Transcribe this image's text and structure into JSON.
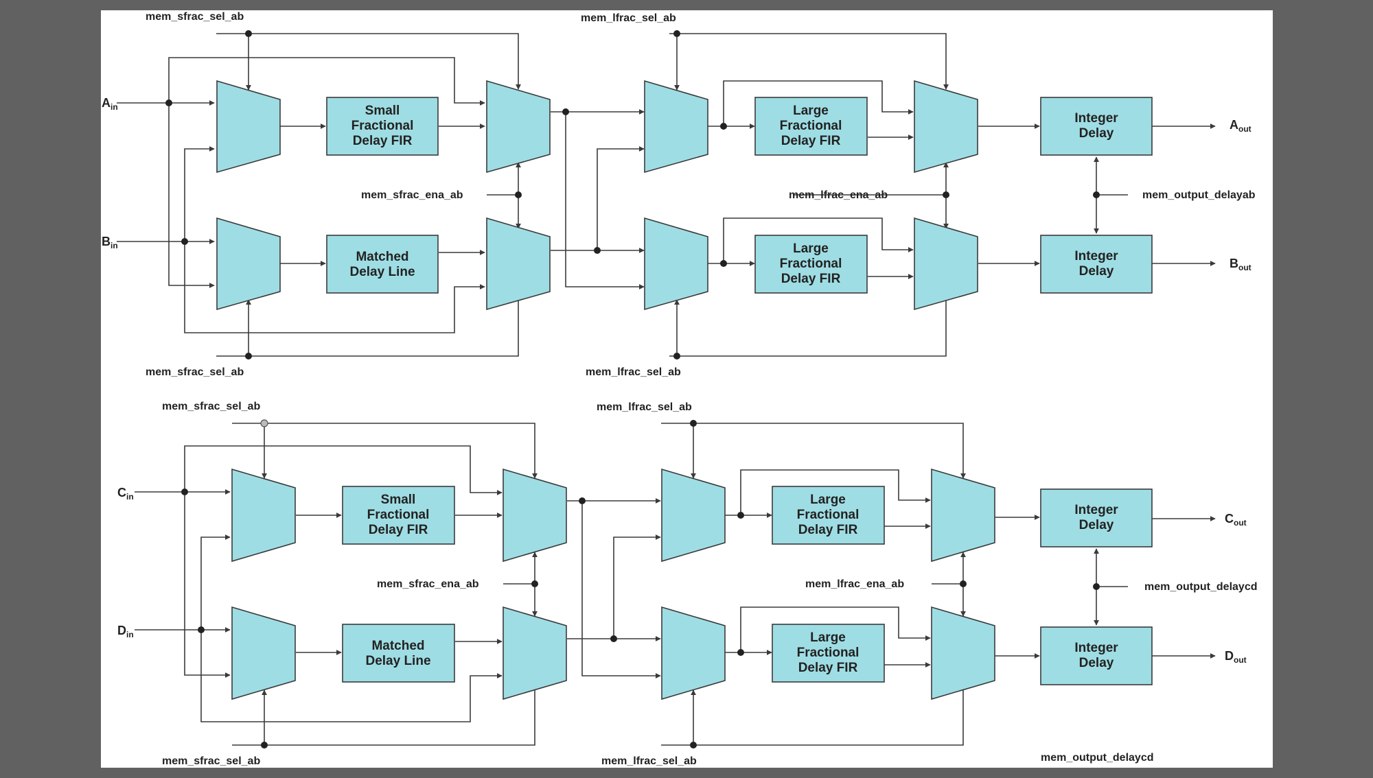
{
  "colors": {
    "background": "#616161",
    "canvas": "#ffffff",
    "block_fill": "#9fdde4",
    "line": "#3a3a3a"
  },
  "top": {
    "sel_sfrac_top": "mem_sfrac_sel_ab",
    "sel_lfrac_top": "mem_lfrac_sel_ab",
    "sel_sfrac_bottom": "mem_sfrac_sel_ab",
    "sel_lfrac_bottom": "mem_lfrac_sel_ab",
    "ena_sfrac": "mem_sfrac_ena_ab",
    "ena_lfrac": "mem_lfrac_ena_ab",
    "output_delay": "mem_output_delayab",
    "in_a": {
      "main": "A",
      "sub": "in"
    },
    "in_b": {
      "main": "B",
      "sub": "in"
    },
    "out_a": {
      "main": "A",
      "sub": "out"
    },
    "out_b": {
      "main": "B",
      "sub": "out"
    },
    "sfir": [
      "Small",
      "Fractional",
      "Delay FIR"
    ],
    "matched": [
      "Matched",
      "Delay Line"
    ],
    "lfir_a": [
      "Large",
      "Fractional",
      "Delay FIR"
    ],
    "lfir_b": [
      "Large",
      "Fractional",
      "Delay FIR"
    ],
    "int_a": [
      "Integer",
      "Delay"
    ],
    "int_b": [
      "Integer",
      "Delay"
    ]
  },
  "bottom": {
    "sel_sfrac_top": "mem_sfrac_sel_ab",
    "sel_lfrac_top": "mem_lfrac_sel_ab",
    "sel_sfrac_bottom": "mem_sfrac_sel_ab",
    "sel_lfrac_bottom": "mem_lfrac_sel_ab",
    "ena_sfrac": "mem_sfrac_ena_ab",
    "ena_lfrac": "mem_lfrac_ena_ab",
    "output_delay": "mem_output_delaycd",
    "output_delay_bottom": "mem_output_delaycd",
    "in_c": {
      "main": "C",
      "sub": "in"
    },
    "in_d": {
      "main": "D",
      "sub": "in"
    },
    "out_c": {
      "main": "C",
      "sub": "out"
    },
    "out_d": {
      "main": "D",
      "sub": "out"
    },
    "sfir": [
      "Small",
      "Fractional",
      "Delay FIR"
    ],
    "matched": [
      "Matched",
      "Delay Line"
    ],
    "lfir_c": [
      "Large",
      "Fractional",
      "Delay FIR"
    ],
    "lfir_d": [
      "Large",
      "Fractional",
      "Delay FIR"
    ],
    "int_c": [
      "Integer",
      "Delay"
    ],
    "int_d": [
      "Integer",
      "Delay"
    ]
  }
}
